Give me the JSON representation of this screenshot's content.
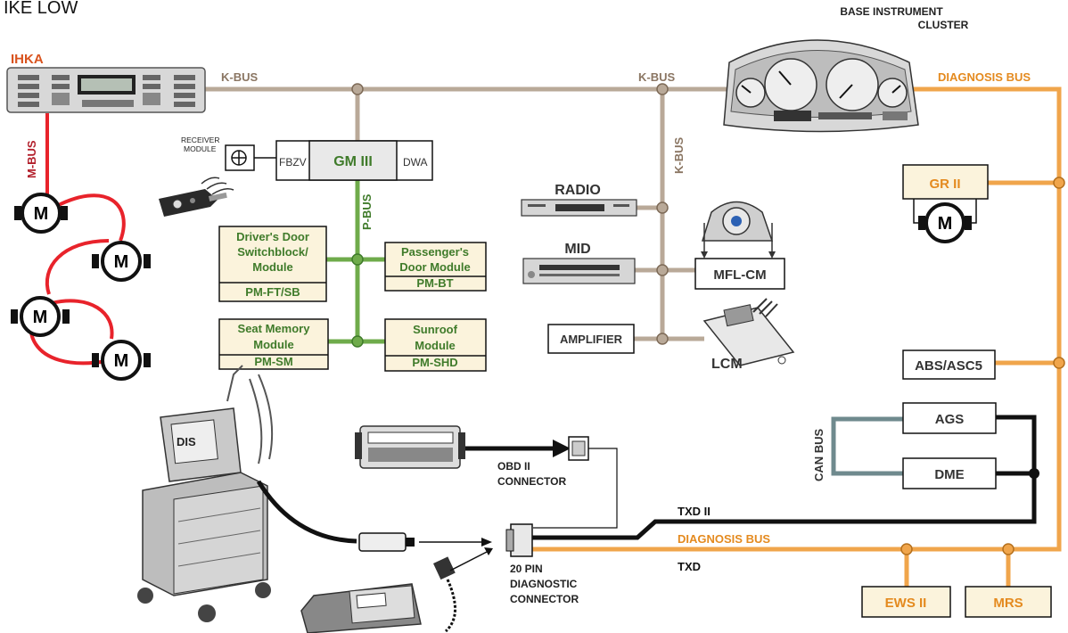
{
  "title": "IKE LOW",
  "colors": {
    "k_bus": "#b9a998",
    "diagnosis_bus": "#f0a54b",
    "m_bus": "#e8232b",
    "p_bus": "#6fab4b",
    "can_bus": "#6f8a8e",
    "txd_ii": "#000000",
    "ihka_label": "#d9531e",
    "m_bus_label": "#b21f2b",
    "green_label": "#3f7b2a",
    "orange_label": "#e48a1f",
    "gm_box": "#e9e9e9",
    "box_tint": "#fbf3dc"
  },
  "labels": {
    "base_cluster_1": "BASE INSTRUMENT",
    "base_cluster_2": "CLUSTER",
    "ihka": "IHKA",
    "k_bus_1": "K-BUS",
    "k_bus_2": "K-BUS",
    "k_bus_vert": "K-BUS",
    "diagnosis_bus_top": "DIAGNOSIS BUS",
    "diagnosis_bus_bottom": "DIAGNOSIS BUS",
    "m_bus": "M-BUS",
    "p_bus": "P-BUS",
    "can_bus": "CAN BUS",
    "receiver_1": "RECEIVER",
    "receiver_2": "MODULE",
    "fbzv": "FBZV",
    "gm": "GM III",
    "dwa": "DWA",
    "radio": "RADIO",
    "mid": "MID",
    "amplifier": "AMPLIFIER",
    "mfl": "MFL-CM",
    "lcm": "LCM",
    "gr": "GR II",
    "abs": "ABS/ASC5",
    "ags": "AGS",
    "dme": "DME",
    "ews": "EWS II",
    "mrs": "MRS",
    "txd_ii": "TXD II",
    "txd": "TXD",
    "obd_1": "OBD II",
    "obd_2": "CONNECTOR",
    "pin_1": "20 PIN",
    "pin_2": "DIAGNOSTIC",
    "pin_3": "CONNECTOR",
    "dis": "DIS",
    "motor": "M",
    "driver_1": "Driver's Door",
    "driver_2": "Switchblock/",
    "driver_3": "Module",
    "driver_code": "PM-FT/SB",
    "pass_1": "Passenger's",
    "pass_2": "Door Module",
    "pass_code": "PM-BT",
    "seat_1": "Seat Memory",
    "seat_2": "Module",
    "seat_code": "PM-SM",
    "sun_1": "Sunroof",
    "sun_2": "Module",
    "sun_code": "PM-SHD"
  }
}
